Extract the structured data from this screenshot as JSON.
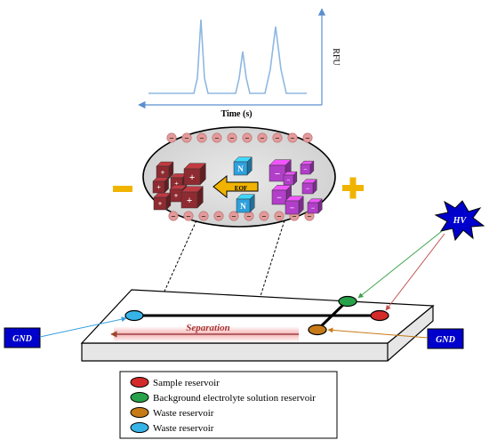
{
  "electropherogram": {
    "y_label": "RFU",
    "x_label": "Time (s)",
    "line_color": "#8db8e0",
    "axis_color": "#5b8fd0"
  },
  "separation_zone": {
    "charge_symbol": "−",
    "neutral_symbol": "N",
    "positive_symbol": "+",
    "flow_label": "EOF",
    "cathode_symbol": "−",
    "anode_symbol": "+",
    "colors": {
      "cation": "#8e2b31",
      "anion": "#b23fc9",
      "neutral": "#2fa0dc",
      "wall_charge": "#e39a9a",
      "flow_arrow": "#f0b400",
      "electrode": "#f0b400",
      "ellipse_fill": "#d9d9d9"
    }
  },
  "chip": {
    "channel_label": "Separation",
    "gnd_left": "GND",
    "gnd_right": "GND",
    "hv_label": "HV"
  },
  "legend": {
    "items": [
      {
        "color": "#d42a2a",
        "label": "Sample reservoir"
      },
      {
        "color": "#27a24a",
        "label": "Background electrolyte solution reservoir"
      },
      {
        "color": "#c77a18",
        "label": "Waste reservoir"
      },
      {
        "color": "#36b4e8",
        "label": "Waste reservoir"
      }
    ]
  }
}
